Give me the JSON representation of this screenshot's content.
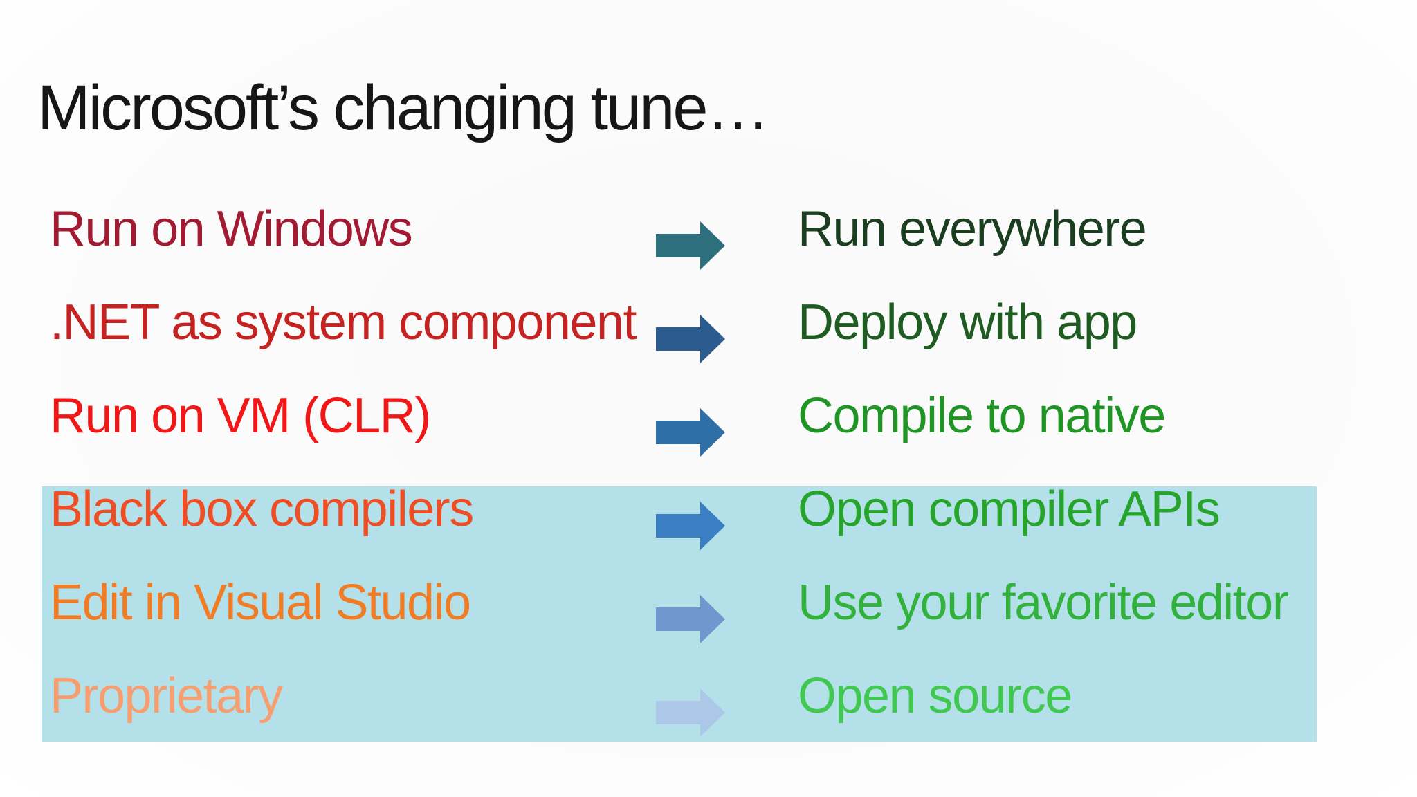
{
  "slide": {
    "title": "Microsoft’s changing tune…",
    "title_color": "#161616",
    "background_color": "#FBFBFB",
    "highlight_band_color": "#B4E1E9",
    "rows": [
      {
        "from": "Run on Windows",
        "from_color": "#A31A33",
        "arrow_color": "#2E6F7E",
        "to": "Run everywhere",
        "to_color": "#1A3E1F",
        "highlighted": false
      },
      {
        "from": ".NET as system component",
        "from_color": "#C52222",
        "arrow_color": "#2C5C8F",
        "to": "Deploy with app",
        "to_color": "#1F5C22",
        "highlighted": false
      },
      {
        "from": "Run on VM (CLR)",
        "from_color": "#F21717",
        "arrow_color": "#2F6FA8",
        "to": "Compile to native",
        "to_color": "#219426",
        "highlighted": false
      },
      {
        "from": "Black box compilers",
        "from_color": "#EF4D23",
        "arrow_color": "#3B7EC4",
        "to": "Open compiler APIs",
        "to_color": "#27A42C",
        "highlighted": true
      },
      {
        "from": "Edit in Visual Studio",
        "from_color": "#F07D26",
        "arrow_color": "#6F99CE",
        "to": "Use your favorite editor",
        "to_color": "#32B13C",
        "highlighted": true
      },
      {
        "from": "Proprietary",
        "from_color": "#F79E70",
        "arrow_color": "#ACC7E8",
        "to": "Open source",
        "to_color": "#40C851",
        "highlighted": true
      }
    ]
  }
}
